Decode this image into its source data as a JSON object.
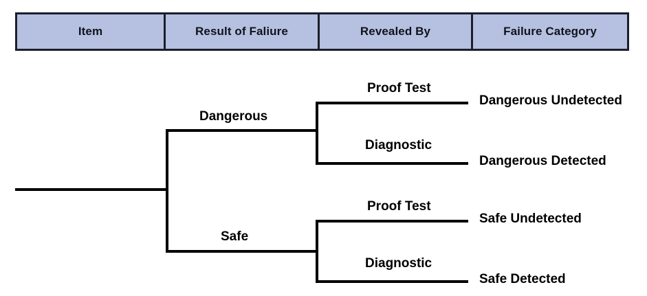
{
  "table": {
    "headers": [
      {
        "label": "Item"
      },
      {
        "label": "Result of Faliure"
      },
      {
        "label": "Revealed By"
      },
      {
        "label": "Failure Category"
      }
    ],
    "fill_color": "#b6c0e0",
    "border_color": "#1a1f2b",
    "text_color": "#10131c"
  },
  "tree": {
    "line_color": "#000000",
    "branches": {
      "dangerous": "Dangerous",
      "safe": "Safe",
      "dangerous_proof_test": "Proof Test",
      "dangerous_diagnostic": "Diagnostic",
      "safe_proof_test": "Proof Test",
      "safe_diagnostic": "Diagnostic"
    },
    "leaves": [
      {
        "label": "Dangerous Undetected"
      },
      {
        "label": "Dangerous Detected"
      },
      {
        "label": "Safe Undetected"
      },
      {
        "label": "Safe Detected"
      }
    ]
  }
}
